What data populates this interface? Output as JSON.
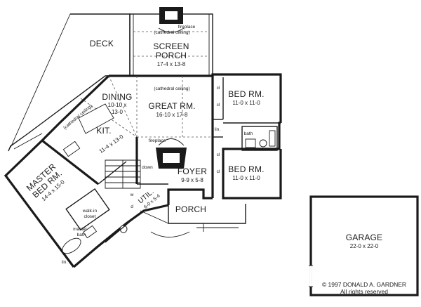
{
  "plan": {
    "rooms": {
      "deck": {
        "name": "DECK"
      },
      "screen_porch": {
        "name_line1": "SCREEN",
        "name_line2": "PORCH",
        "dims": "17-4  x  13-8",
        "note": "(cathedral ceiling)",
        "fireplace": "fireplace"
      },
      "dining": {
        "name": "DINING",
        "dims_line1": "10-10  x",
        "dims_line2": "13-0"
      },
      "great_room": {
        "name": "GREAT RM.",
        "dims": "16-10  x  17-8",
        "note": "(cathedral ceiling)",
        "fireplace": "fireplace"
      },
      "kitchen": {
        "name": "KIT.",
        "dims": "11-4  x  13-0",
        "note": "(cathedral ceiling)"
      },
      "bed_room_1": {
        "name": "BED RM.",
        "dims": "11-0  x  11-0"
      },
      "bed_room_2": {
        "name": "BED RM.",
        "dims": "11-0  x  11-0"
      },
      "master_bed_room": {
        "name_line1": "MASTER",
        "name_line2": "BED RM.",
        "dims": "14-4  x  15-0"
      },
      "foyer": {
        "name": "FOYER",
        "dims": "9-9  x  5-8"
      },
      "porch": {
        "name": "PORCH"
      },
      "util": {
        "name": "UTIL.",
        "dims": "6-0  x  5-4"
      },
      "garage": {
        "name": "GARAGE",
        "dims": "22-0  x  22-0"
      }
    },
    "small_labels": {
      "cl": "cl",
      "lin": "lin.",
      "bath": "bath",
      "down": "down",
      "walk_in_closet_line1": "walk-in",
      "walk_in_closet_line2": "closet",
      "master_bath_line1": "master",
      "master_bath_line2": "bath",
      "w": "w",
      "d": "d",
      "lin_master": "lin."
    },
    "copyright": {
      "line1": "© 1997  DONALD  A.  GARDNER",
      "line2": "All  rights  reserved"
    }
  }
}
